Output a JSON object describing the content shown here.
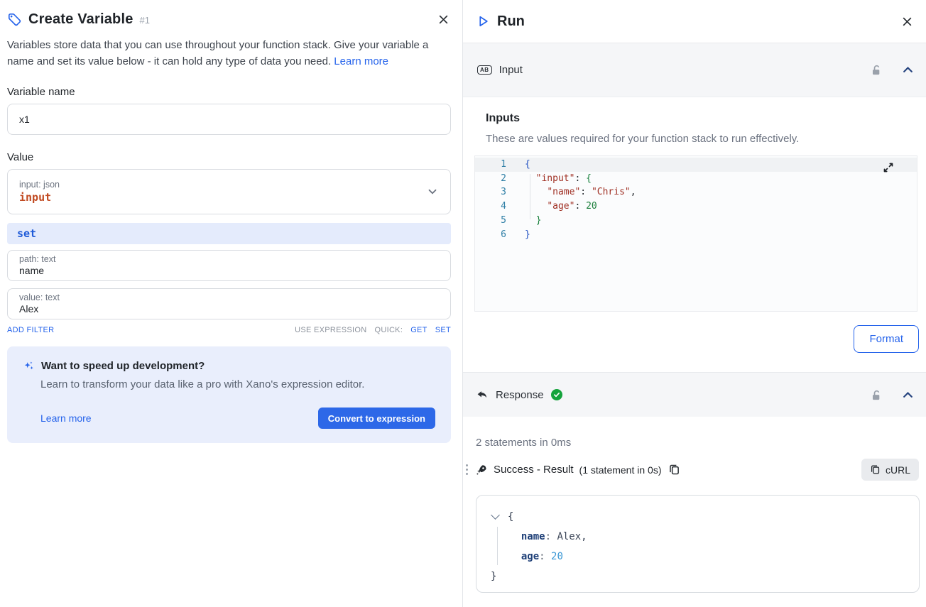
{
  "left_panel": {
    "title": "Create Variable",
    "step_badge": "#1",
    "description": "Variables store data that you can use throughout your function stack. Give your variable a name and set its value below - it can hold any type of data you need. ",
    "learn_more_link": "Learn more",
    "variable_name": {
      "label": "Variable name",
      "value": "x1"
    },
    "value_section": {
      "label": "Value",
      "dropdown": {
        "type_hint": "input: json",
        "value": "input"
      },
      "filter": {
        "name": "set",
        "path_field": {
          "hint": "path: text",
          "value": "name"
        },
        "value_field": {
          "hint": "value: text",
          "value": "Alex"
        }
      },
      "footer": {
        "add_filter": "ADD FILTER",
        "use_expression": "USE EXPRESSION",
        "quick_label": "QUICK:",
        "get": "GET",
        "set": "SET"
      }
    },
    "promo": {
      "title": "Want to speed up development?",
      "description": "Learn to transform your data like a pro with Xano's expression editor.",
      "learn_more": "Learn more",
      "cta": "Convert to expression"
    }
  },
  "right_panel": {
    "title": "Run",
    "input_section": {
      "header": "Input",
      "badge_icon_text": "AB",
      "heading": "Inputs",
      "description": "These are values required for your function stack to run effectively.",
      "format_button": "Format",
      "editor_lines": [
        {
          "num": "1",
          "active": true,
          "tokens": [
            {
              "t": "{",
              "c": "br1"
            }
          ]
        },
        {
          "num": "2",
          "tokens": [
            {
              "t": "  ",
              "c": "pl"
            },
            {
              "t": "\"input\"",
              "c": "key"
            },
            {
              "t": ": ",
              "c": "pl"
            },
            {
              "t": "{",
              "c": "br2"
            }
          ]
        },
        {
          "num": "3",
          "tokens": [
            {
              "t": "    ",
              "c": "pl"
            },
            {
              "t": "\"name\"",
              "c": "key"
            },
            {
              "t": ": ",
              "c": "pl"
            },
            {
              "t": "\"Chris\"",
              "c": "str"
            },
            {
              "t": ",",
              "c": "pl"
            }
          ]
        },
        {
          "num": "4",
          "tokens": [
            {
              "t": "    ",
              "c": "pl"
            },
            {
              "t": "\"age\"",
              "c": "key"
            },
            {
              "t": ": ",
              "c": "pl"
            },
            {
              "t": "20",
              "c": "num"
            }
          ]
        },
        {
          "num": "5",
          "tokens": [
            {
              "t": "  ",
              "c": "pl"
            },
            {
              "t": "}",
              "c": "br2"
            }
          ]
        },
        {
          "num": "6",
          "tokens": [
            {
              "t": "}",
              "c": "br1"
            }
          ]
        }
      ]
    },
    "response_section": {
      "header": "Response",
      "summary": "2 statements in 0ms",
      "result": {
        "title": "Success - Result",
        "meta": "(1 statement in 0s)",
        "curl_button": "cURL"
      },
      "viewer_lines": [
        {
          "ind": false,
          "tokens": [
            {
              "t": "",
              "c": "chev"
            },
            {
              "t": "{",
              "c": "rbr"
            }
          ]
        },
        {
          "ind": true,
          "tokens": [
            {
              "t": "  ",
              "c": "pl"
            },
            {
              "t": "name",
              "c": "rkey"
            },
            {
              "t": ": ",
              "c": "rpun"
            },
            {
              "t": "Alex,",
              "c": "rval"
            }
          ]
        },
        {
          "ind": true,
          "tokens": [
            {
              "t": "  ",
              "c": "pl"
            },
            {
              "t": "age",
              "c": "rkey"
            },
            {
              "t": ": ",
              "c": "rpun"
            },
            {
              "t": "20",
              "c": "rnum"
            }
          ]
        },
        {
          "ind": false,
          "tokens": [
            {
              "t": "}",
              "c": "rbr"
            }
          ]
        }
      ]
    }
  },
  "colors": {
    "accent_blue": "#2563eb",
    "cta_blue": "#2d68e8",
    "filter_chip_bg": "#e4ebfc",
    "promo_bg": "#e9eefc",
    "variable_orange": "#c14a21",
    "success_green": "#15a33c"
  }
}
